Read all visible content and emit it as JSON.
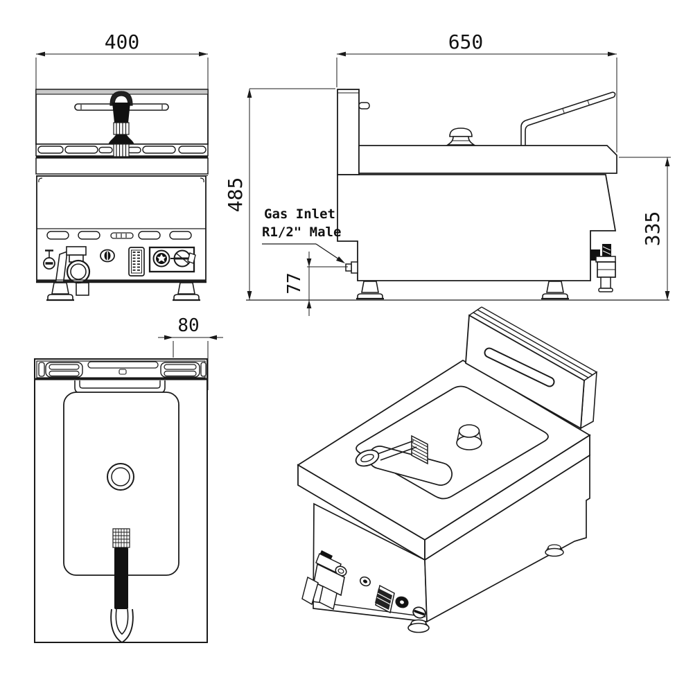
{
  "dimensions": {
    "front_width": "400",
    "side_depth": "650",
    "overall_height": "485",
    "body_height": "335",
    "gas_inlet_height": "77",
    "top_offset": "80"
  },
  "annotations": {
    "gas_inlet_line1": "Gas Inlet",
    "gas_inlet_line2": "R1/2\" Male"
  },
  "colors": {
    "line": "#1a1a1a",
    "background": "#ffffff",
    "metal_gray": "#c8c8c8",
    "dark_fill": "#111111"
  }
}
